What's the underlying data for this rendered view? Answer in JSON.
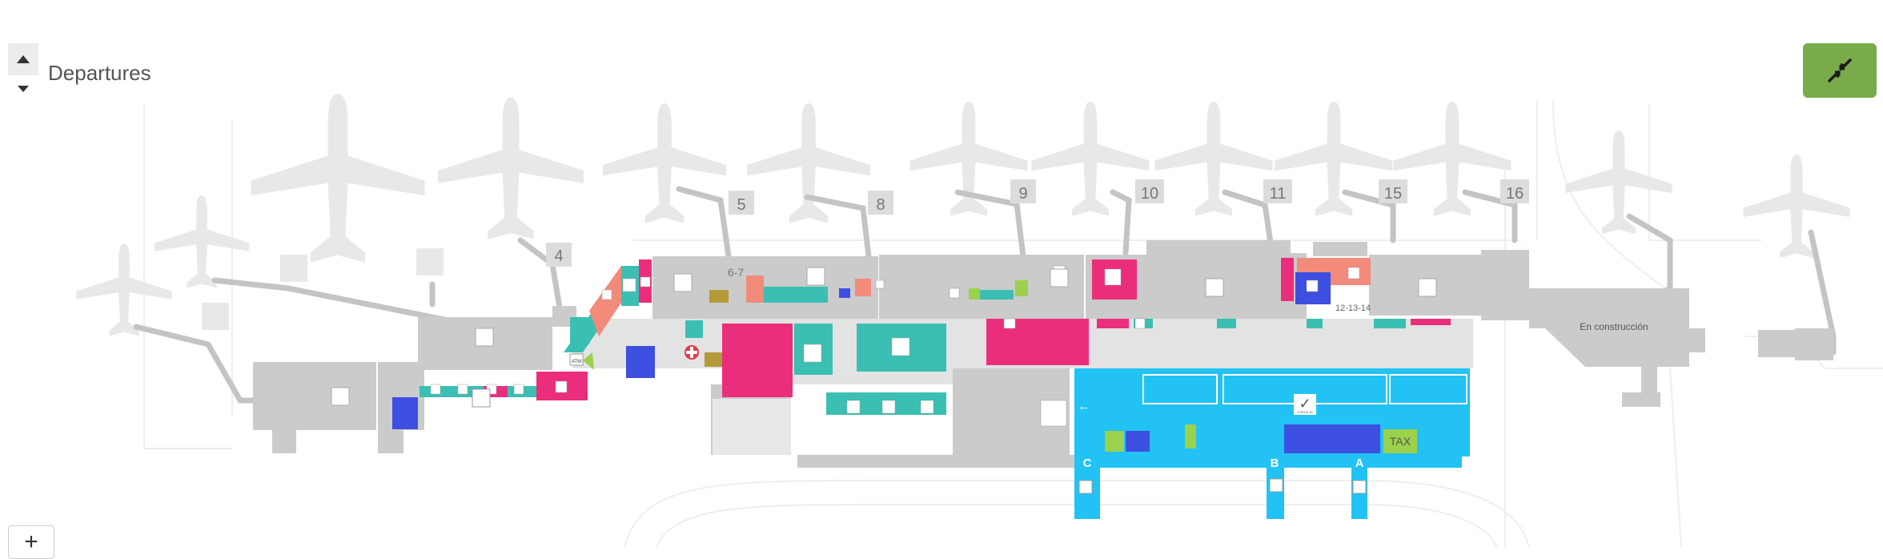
{
  "floor": {
    "label": "Departures",
    "up_icon": "triangle-up-icon",
    "down_icon": "triangle-down-icon"
  },
  "controls": {
    "collapse_icon": "compress-arrows-icon",
    "zoom_in_label": "+",
    "collapse_color": "#7aab4a"
  },
  "gates": [
    "4",
    "5",
    "6-7",
    "8",
    "9",
    "10",
    "11",
    "15",
    "16",
    "12-13-14"
  ],
  "zones": [
    "C",
    "B",
    "A"
  ],
  "labels": {
    "construction": "En construcción",
    "taxi": "TAX",
    "atm": "ATM",
    "checkin": "CHECK-IN"
  },
  "colors": {
    "building": "#cccccc",
    "terminal_floor": "#e4e4e4",
    "plane": "#e6e6e6",
    "teal": "#3bbfb3",
    "magenta": "#ea2e7c",
    "salmon": "#f28b7a",
    "blue": "#3d4fe0",
    "sky": "#22c2f4",
    "lime": "#9bd14c",
    "olive": "#b59a3a"
  }
}
